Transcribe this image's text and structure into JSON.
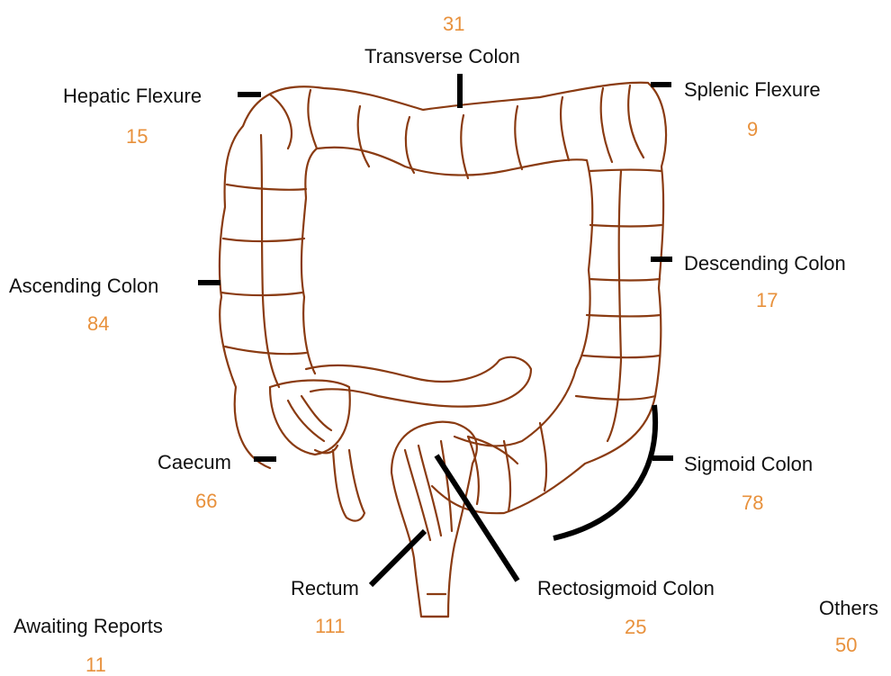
{
  "colors": {
    "outline": "#8a3b12",
    "leader": "#000000",
    "label_text": "#111111",
    "count_text": "#e8913c"
  },
  "regions": {
    "transverse": {
      "label": "Transverse Colon",
      "count": "31"
    },
    "hepatic": {
      "label": "Hepatic Flexure",
      "count": "15"
    },
    "splenic": {
      "label": "Splenic Flexure",
      "count": "9"
    },
    "descending": {
      "label": "Descending Colon",
      "count": "17"
    },
    "ascending": {
      "label": "Ascending Colon",
      "count": "84"
    },
    "caecum": {
      "label": "Caecum",
      "count": "66"
    },
    "sigmoid": {
      "label": "Sigmoid Colon",
      "count": "78"
    },
    "rectum": {
      "label": "Rectum",
      "count": "111"
    },
    "rectosigmoid": {
      "label": "Rectosigmoid Colon",
      "count": "25"
    },
    "others": {
      "label": "Others",
      "count": "50"
    },
    "awaiting": {
      "label": "Awaiting Reports",
      "count": "11"
    }
  }
}
